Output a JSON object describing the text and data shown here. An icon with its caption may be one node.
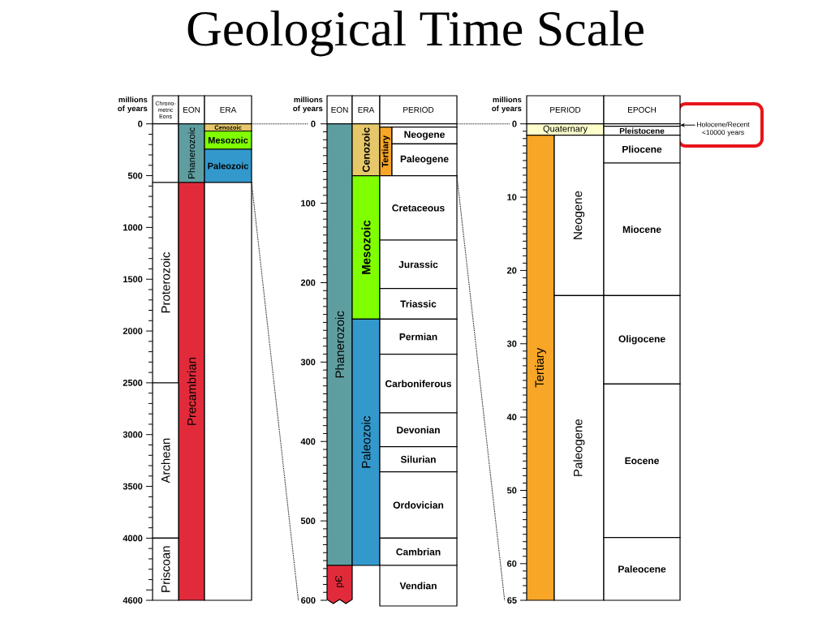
{
  "diagram": {
    "title": "Geological Time Scale",
    "nodes": [
      {
        "text": [
          "Chrono-metric Eons"
        ]
      },
      {
        "text": [
          "EON"
        ]
      },
      {
        "text": [
          "ERA"
        ]
      },
      {
        "text": [],
        "shape": "box"
      },
      {
        "text": [
          "Phanerozoic"
        ]
      },
      {
        "text": [
          "Cenozoic"
        ]
      },
      {
        "text": [
          "Mesozoic"
        ]
      },
      {
        "text": [
          "Paleozoic"
        ]
      },
      {
        "text": [
          "Proterozoic"
        ]
      },
      {
        "text": [
          "Precambrian"
        ]
      },
      {
        "text": [],
        "shape": "box"
      },
      {
        "text": [
          "Archean"
        ]
      },
      {
        "text": [
          "Priscoan"
        ]
      },
      {
        "text": [
          "EON"
        ]
      },
      {
        "text": [
          "ERA"
        ]
      },
      {
        "text": [
          "PERIOD"
        ]
      },
      {
        "text": [
          "Phanerozoic"
        ]
      },
      {
        "text": [
          "Cenozoic"
        ]
      },
      {
        "text": [],
        "shape": "box"
      },
      {
        "text": [
          "Tertiary"
        ]
      },
      {
        "text": [
          "Neogene"
        ]
      },
      {
        "text": [
          "Paleogene"
        ]
      },
      {
        "text": [
          "Mesozoic"
        ]
      },
      {
        "text": [
          "Cretaceous"
        ]
      },
      {
        "text": [
          "Jurassic"
        ]
      },
      {
        "text": [
          "Triassic"
        ]
      },
      {
        "text": [
          "Paleozoic"
        ]
      },
      {
        "text": [
          "Permian"
        ]
      },
      {
        "text": [
          "Carboniferous"
        ]
      },
      {
        "text": [
          "Devonian"
        ]
      },
      {
        "text": [
          "Silurian"
        ]
      },
      {
        "text": [
          "Ordovician"
        ]
      },
      {
        "text": [
          "Cambrian"
        ]
      },
      {
        "text": [
          "pЄ"
        ]
      },
      {
        "text": [
          "Vendian"
        ]
      },
      {
        "text": [
          "PERIOD"
        ]
      },
      {
        "text": [
          "EPOCH"
        ]
      },
      {
        "text": [
          "Quaternary"
        ]
      },
      {
        "text": [],
        "shape": "box"
      },
      {
        "text": [
          "Pleistocene"
        ]
      },
      {
        "text": [
          "Tertiary"
        ]
      },
      {
        "text": [
          "Neogene"
        ]
      },
      {
        "text": [
          "Pliocene"
        ]
      },
      {
        "text": [
          "Miocene"
        ]
      },
      {
        "text": [
          "Paleogene"
        ]
      },
      {
        "text": [
          "Oligocene"
        ]
      },
      {
        "text": [
          "Eocene"
        ]
      },
      {
        "text": [
          "Paleocene"
        ]
      },
      {
        "text": [
          "Holocene/Recent <10000 years"
        ]
      },
      {
        "text": [
          "0"
        ]
      },
      {
        "text": [
          "600"
        ]
      },
      {
        "text": [
          "0"
        ]
      },
      {
        "text": [
          "65"
        ]
      }
    ],
    "edges": [
      {
        "from": 48,
        "to": 38,
        "arrow": "to"
      },
      {
        "from": 5,
        "to": 49,
        "arrow": "none",
        "style": "dashed"
      },
      {
        "from": 7,
        "to": 50,
        "arrow": "none",
        "style": "dashed"
      },
      {
        "from": 15,
        "to": 51,
        "arrow": "none",
        "style": "dashed"
      },
      {
        "from": 21,
        "to": 52,
        "arrow": "none",
        "style": "dashed"
      }
    ],
    "labels": [
      "millions of years",
      "0",
      "500",
      "1000",
      "1500",
      "2000",
      "2500",
      "3000",
      "3500",
      "4000",
      "4600",
      "millions of years",
      "100",
      "200",
      "300",
      "400",
      "500",
      "millions of years",
      "10",
      "20",
      "30",
      "40",
      "50",
      "60"
    ]
  }
}
